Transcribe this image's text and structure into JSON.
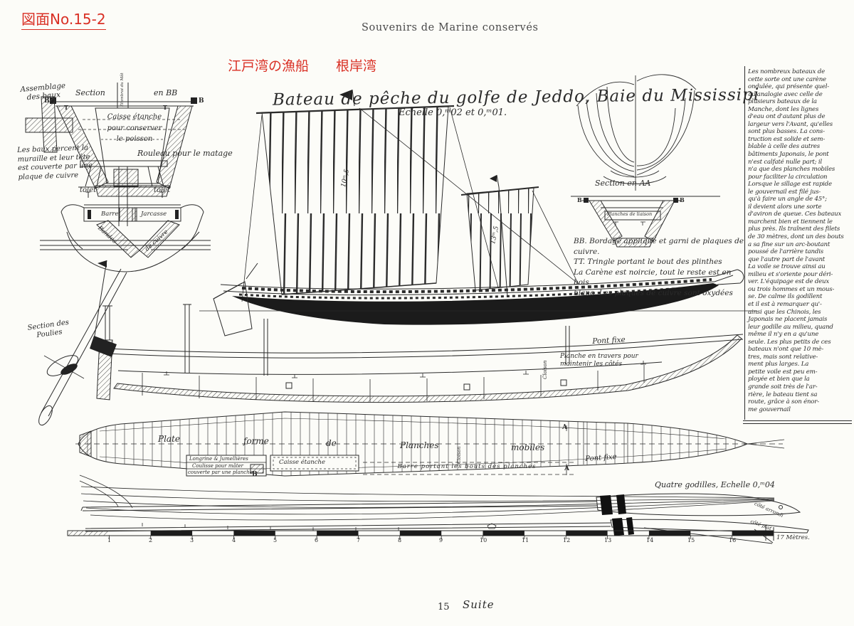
{
  "page": {
    "doc_no": "図面No.15-2",
    "header": "Souvenirs de Marine conservés",
    "jp_title": "江戸湾の漁船　　根岸湾",
    "footer_page": "15",
    "footer_suite": "Suite"
  },
  "title": {
    "main": "Bateau de pêche du golfe de Jeddo, Baie du Mississipi",
    "scale": "Echelle 0,ᵐ02 et 0,ᵐ01."
  },
  "colors": {
    "annotation_red": "#d93025",
    "ink": "#2b2b2b",
    "paper": "#fcfcf8"
  },
  "bb": {
    "assemblage": [
      "Assemblage",
      "des baux"
    ],
    "section": "Section",
    "en_bb": "en BB",
    "etambrai": "Étambrai du Mât",
    "b": "B",
    "t": "T",
    "caisse": [
      "Caisse étanche",
      "pour conserver",
      "le poisson"
    ],
    "baux_note": [
      "Les baux percent la",
      "muraille et leur tête",
      "est couverte par une",
      "plaque de cuivre"
    ],
    "rouleau": "Rouleau pour le matage"
  },
  "stern": {
    "tolet": "tolet",
    "barre": "Barre",
    "jarcasse": "Jarcasse",
    "bandes": "Bandes",
    "cuivre": "de cuivre"
  },
  "sails": {
    "main_dim": "10ᵐ,5",
    "fore_dim": "13ᵐ,5"
  },
  "aa": {
    "title": "Section en AA",
    "b": "B",
    "t": "T",
    "inner": "Planches de liaison",
    "notes": [
      "BB. Bordage appliqué et garni de plaques de cuivre.",
      "TT. Tringle portant le bout des plinthes",
      "La Carène est noircie, tout le reste est en bois",
      "blanc. Les plaques de cuivre sont oxydées"
    ]
  },
  "elevation": {
    "poulies": [
      "Section des",
      "Poulies"
    ],
    "pont_fixe": "Pont fixe",
    "planche": [
      "Planche en travers pour",
      "maintenir les côtés"
    ],
    "cloison": "Cloison"
  },
  "plan": {
    "w1": "Plate",
    "w2": "forme",
    "w3": "de",
    "w4": "Planches",
    "w5": "mobiles",
    "longrine": "Longrine & Jumellières",
    "coulisse": "Coulisse pour mâter",
    "couverte": "couverte par une planche",
    "caisse": "Caisse étanche",
    "barre": "Barre portant les bouts des planches",
    "cloison": "Cloison",
    "pont_fixe": "Pont fixe",
    "a": "A",
    "b": "B"
  },
  "godilles": {
    "caption": "Quatre godilles, Echelle 0,ᵐ04",
    "arrondi": "côté arrondi",
    "plat": "côté plat"
  },
  "scale_bar": {
    "numbers": [
      "1",
      "2",
      "3",
      "4",
      "5",
      "6",
      "7",
      "8",
      "9",
      "10",
      "11",
      "12",
      "13",
      "14",
      "15",
      "16"
    ],
    "end": "17 Mètres."
  },
  "column": {
    "lines": [
      "Les nombreux bateaux de",
      "cette sorte ont une carène",
      "ondulée, qui présente quel-",
      "qu'analogie avec celle de",
      "plusieurs bateaux de la",
      "Manche, dont les lignes",
      "d'eau ont d'autant plus de",
      "largeur vers l'Avant, qu'elles",
      "sont plus basses. La cons-",
      "truction est solide et sem-",
      "blable à celle des autres",
      "bâtiments Japonais, le pont",
      "n'est calfaté nulle part; il",
      "n'a que des planches mobiles",
      "pour faciliter la circulation",
      "Lorsque le sillage est rapide",
      "le gouvernail est filé jus-",
      "qu'à faire un angle de 45°;",
      "il devient alors une sorte",
      "d'aviron de queue. Ces bateaux",
      "marchent bien et tiennent le",
      "plus près. Ils traînent des filets",
      "de 30 mètres, dont un des bouts",
      "a sa fine sur un arc-boutant",
      "poussé de l'arrière tandis",
      "que l'autre part de l'avant",
      "La voile se trouve ainsi au",
      "milieu et s'oriente pour déri-",
      "ver. L'équipage est de deux",
      "ou trois hommes et un mous-",
      "se. De calme ils godillent",
      "et il est à remarquer qu'-",
      "ainsi que les Chinois, les",
      "Japonais ne placent jamais",
      "leur godille au milieu, quand",
      "même il n'y en a qu'une",
      "seule. Les plus petits de ces",
      "bateaux n'ont que 10 mè-",
      "tres, mais sont relative-",
      "ment plus larges. La",
      "petite voile est peu em-",
      "ployée et bien que la",
      "grande soit très de l'ar-",
      "rière, le bateau tient sa",
      "route, grâce à son énor-",
      "me gouvernail"
    ]
  }
}
